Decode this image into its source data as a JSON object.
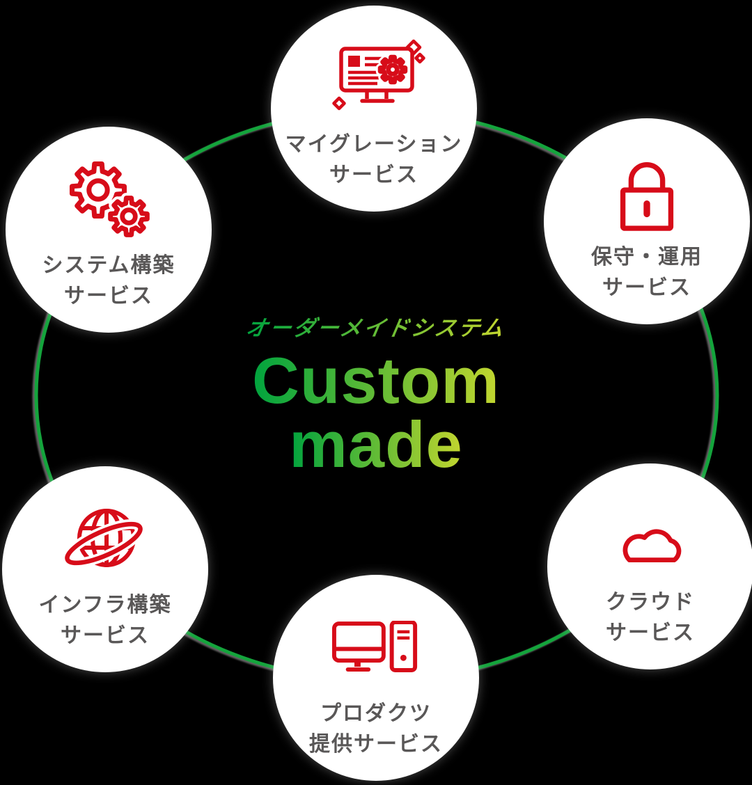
{
  "diagram": {
    "tagline": "オーダーメイドシステム",
    "title_line1": "Custom",
    "title_line2": "made"
  },
  "colors": {
    "background": "#000000",
    "icon_red": "#d70c19",
    "ring_green": "#14a43c",
    "label_gray": "#595757",
    "circle_white": "#ffffff",
    "title_gradient_start": "#00a33e",
    "title_gradient_end": "#c3d62f"
  },
  "services": [
    {
      "icon": "monitor-gear-icon",
      "labels": [
        "マイグレーション",
        "サービス"
      ]
    },
    {
      "icon": "lock-icon",
      "labels": [
        "保守・運用",
        "サービス"
      ]
    },
    {
      "icon": "cloud-icon",
      "labels": [
        "クラウド",
        "サービス"
      ]
    },
    {
      "icon": "monitor-tower-icon",
      "labels": [
        "プロダクツ",
        "提供サービス"
      ]
    },
    {
      "icon": "globe-orbit-icon",
      "labels": [
        "インフラ構築",
        "サービス"
      ]
    },
    {
      "icon": "double-gear-icon",
      "labels": [
        "システム構築",
        "サービス"
      ]
    }
  ]
}
